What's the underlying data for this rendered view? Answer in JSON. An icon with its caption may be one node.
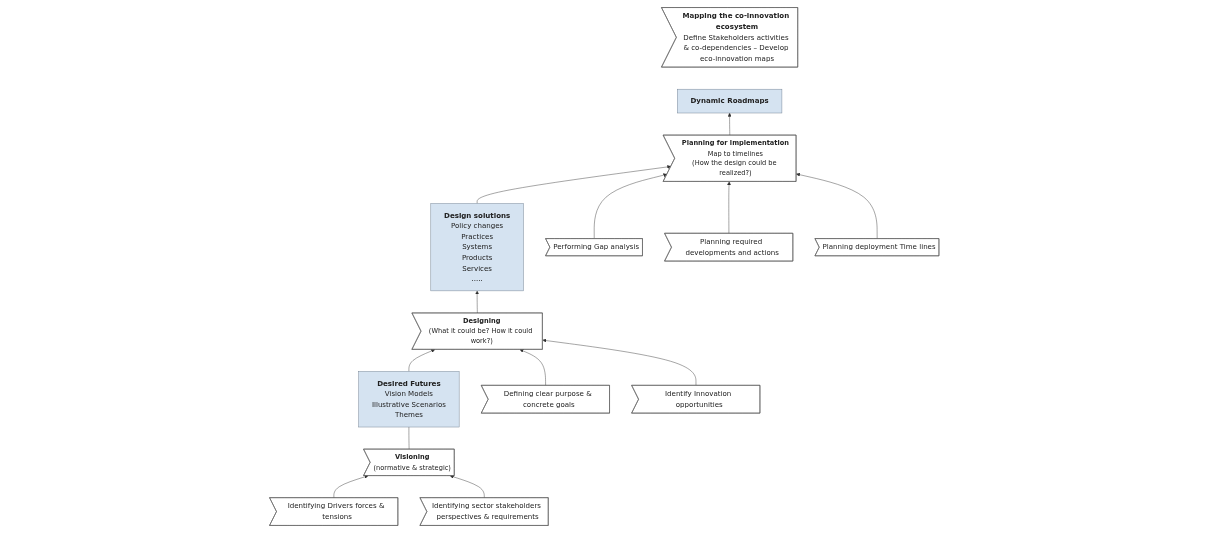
{
  "diagram": {
    "nodes": [
      {
        "text": [
          "Mapping the co-innovation ecosystem",
          "Define Stakeholders activities & co-dependencies – Develop eco-innovation maps"
        ]
      },
      {
        "text": [
          "Visioning",
          "(normative & strategic)"
        ]
      },
      {
        "text": [
          "Designing",
          "(What it could be? How it could work?)"
        ]
      },
      {
        "text": [
          "Planning for implementation",
          "Map to timelines",
          "(How the design could be realized?)"
        ]
      },
      {
        "text": [
          "Desired Futures",
          "Vision Models",
          "Illustrative Scenarios",
          "Themes"
        ]
      },
      {
        "text": [
          "Design solutions",
          "Policy changes",
          "Practices",
          "Systems",
          "Products",
          "Services",
          "....."
        ]
      },
      {
        "text": [
          "Dynamic Roadmaps"
        ]
      },
      {
        "text": [
          "Identifying Drivers forces & tensions"
        ]
      },
      {
        "text": [
          "Identifying sector stakeholders perspectives & requirements"
        ]
      },
      {
        "text": [
          "Defining clear purpose & concrete goals"
        ]
      },
      {
        "text": [
          "Identify Innovation opportunities"
        ]
      },
      {
        "text": [
          "Performing Gap analysis"
        ]
      },
      {
        "text": [
          "Planning deployment Time lines"
        ]
      },
      {
        "text": [
          "Planning required developments and actions"
        ]
      }
    ],
    "edges": [
      {
        "from": 7,
        "to": 1,
        "arrow": "to"
      },
      {
        "from": 8,
        "to": 1,
        "arrow": "to"
      },
      {
        "from": 1,
        "to": 4,
        "arrow": "none"
      },
      {
        "from": 4,
        "to": 2,
        "arrow": "to"
      },
      {
        "from": 9,
        "to": 2,
        "arrow": "to"
      },
      {
        "from": 10,
        "to": 2,
        "arrow": "to"
      },
      {
        "from": 2,
        "to": 5,
        "arrow": "to"
      },
      {
        "from": 5,
        "to": 3,
        "arrow": "to"
      },
      {
        "from": 11,
        "to": 3,
        "arrow": "to"
      },
      {
        "from": 13,
        "to": 3,
        "arrow": "to"
      },
      {
        "from": 12,
        "to": 3,
        "arrow": "to"
      },
      {
        "from": 3,
        "to": 6,
        "arrow": "to"
      }
    ]
  }
}
